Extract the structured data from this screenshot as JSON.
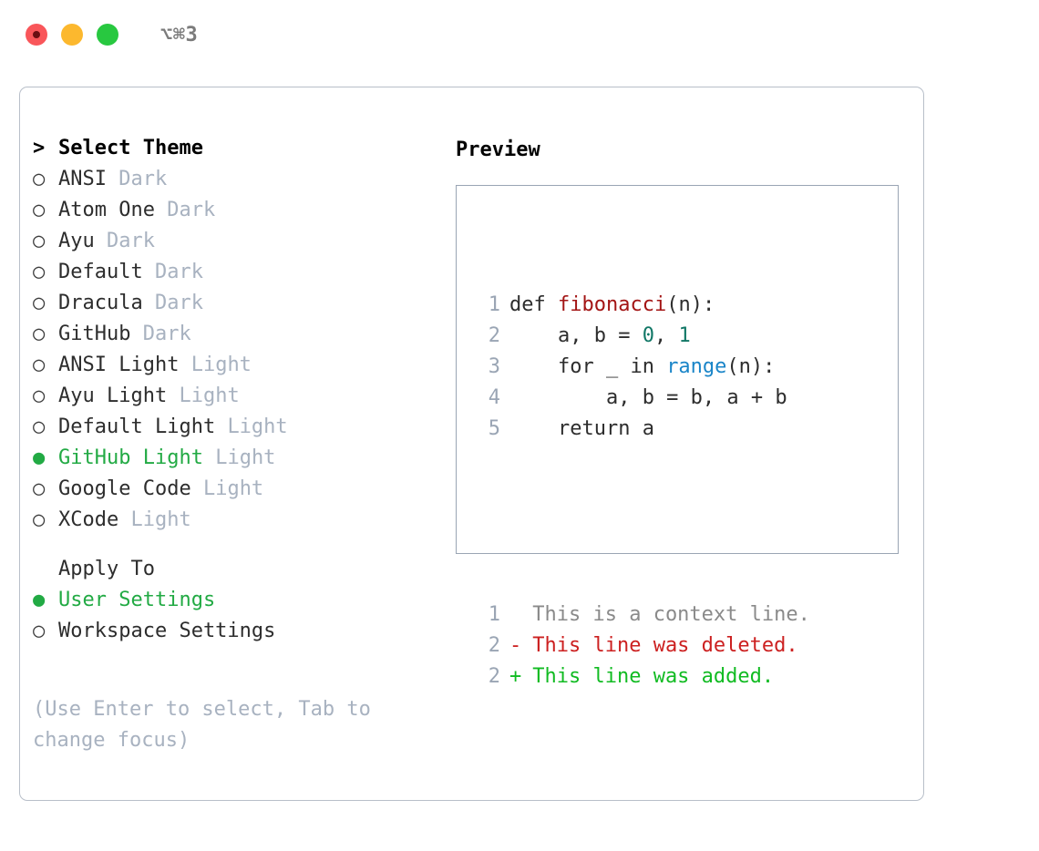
{
  "titlebar": {
    "shortcut": "⌥⌘3",
    "lights": [
      {
        "name": "close",
        "color": "#f9565a"
      },
      {
        "name": "minimize",
        "color": "#fcb82e"
      },
      {
        "name": "maximize",
        "color": "#28c840"
      }
    ]
  },
  "theme_picker": {
    "prompt": ">",
    "heading": "Select Theme",
    "bullet_unselected": "○",
    "bullet_selected": "●",
    "items": [
      {
        "name": "ANSI",
        "badge": "Dark",
        "selected": false
      },
      {
        "name": "Atom One",
        "badge": "Dark",
        "selected": false
      },
      {
        "name": "Ayu",
        "badge": "Dark",
        "selected": false
      },
      {
        "name": "Default",
        "badge": "Dark",
        "selected": false
      },
      {
        "name": "Dracula",
        "badge": "Dark",
        "selected": false
      },
      {
        "name": "GitHub",
        "badge": "Dark",
        "selected": false
      },
      {
        "name": "ANSI Light",
        "badge": "Light",
        "selected": false
      },
      {
        "name": "Ayu Light",
        "badge": "Light",
        "selected": false
      },
      {
        "name": "Default Light",
        "badge": "Light",
        "selected": false
      },
      {
        "name": "GitHub Light",
        "badge": "Light",
        "selected": true
      },
      {
        "name": "Google Code",
        "badge": "Light",
        "selected": false
      },
      {
        "name": "XCode",
        "badge": "Light",
        "selected": false
      }
    ]
  },
  "apply_to": {
    "label": "Apply To",
    "options": [
      {
        "name": "User Settings",
        "selected": true
      },
      {
        "name": "Workspace Settings",
        "selected": false
      }
    ]
  },
  "hint": "(Use Enter to select, Tab to change focus)",
  "preview": {
    "title": "Preview",
    "code_lines": [
      {
        "num": "1",
        "tokens": [
          {
            "text": "def ",
            "kind": "plain"
          },
          {
            "text": "fibonacci",
            "kind": "func"
          },
          {
            "text": "(n):",
            "kind": "plain"
          }
        ]
      },
      {
        "num": "2",
        "tokens": [
          {
            "text": "    a, b = ",
            "kind": "plain"
          },
          {
            "text": "0",
            "kind": "num"
          },
          {
            "text": ", ",
            "kind": "plain"
          },
          {
            "text": "1",
            "kind": "num"
          }
        ]
      },
      {
        "num": "3",
        "tokens": [
          {
            "text": "    for _ in ",
            "kind": "plain"
          },
          {
            "text": "range",
            "kind": "call"
          },
          {
            "text": "(n):",
            "kind": "plain"
          }
        ]
      },
      {
        "num": "4",
        "tokens": [
          {
            "text": "        a, b = b, a + b",
            "kind": "plain"
          }
        ]
      },
      {
        "num": "5",
        "tokens": [
          {
            "text": "    return a",
            "kind": "plain"
          }
        ]
      }
    ],
    "diff_lines": [
      {
        "num": "1",
        "mark": " ",
        "text": "This is a context line.",
        "kind": "context"
      },
      {
        "num": "2",
        "mark": "-",
        "text": "This line was deleted.",
        "kind": "deleted"
      },
      {
        "num": "2",
        "mark": "+",
        "text": "This line was added.",
        "kind": "added"
      }
    ]
  },
  "colors": {
    "accent_green": "#22aa44",
    "badge_gray": "#a8b2c0",
    "diff_added": "#11bb22",
    "diff_deleted": "#cc2020",
    "diff_context": "#8a8a8a",
    "syntax_function": "#a31515",
    "syntax_number": "#117766",
    "syntax_call": "#1a85c8",
    "line_number": "#9aa5b4"
  }
}
